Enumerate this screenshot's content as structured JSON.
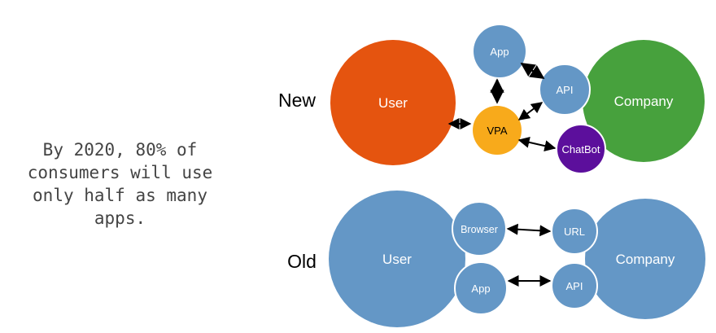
{
  "quote": {
    "lines": [
      "By 2020, 80% of",
      "consumers will use",
      "only half as many",
      "apps."
    ]
  },
  "new_row": {
    "label": "New",
    "user": "User",
    "company": "Company",
    "app": "App",
    "api": "API",
    "vpa": "VPA",
    "chatbot": "ChatBot"
  },
  "old_row": {
    "label": "Old",
    "user": "User",
    "company": "Company",
    "browser": "Browser",
    "url": "URL",
    "app": "App",
    "api": "API"
  },
  "colors": {
    "user_new": "#e5540f",
    "company_new": "#47a13d",
    "blue": "#6497c6",
    "vpa": "#f8aa1b",
    "chatbot": "#5c0f9c"
  }
}
